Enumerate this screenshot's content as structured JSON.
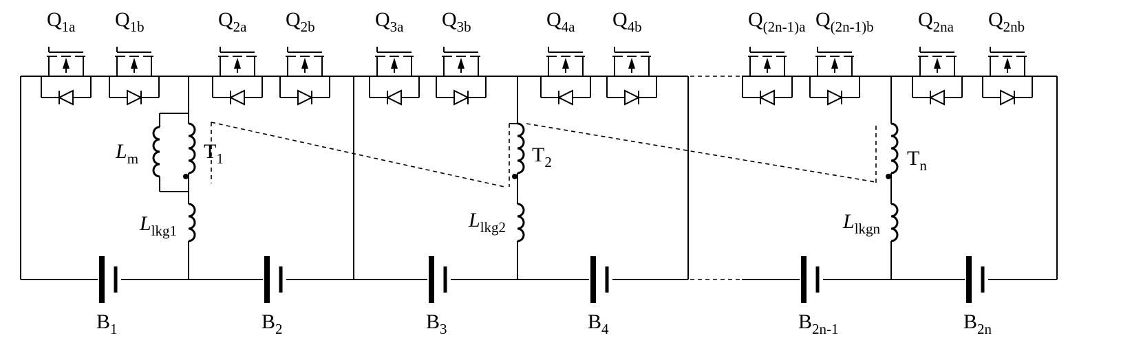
{
  "switch_pairs": [
    {
      "a_sub": "1a",
      "b_sub": "1b"
    },
    {
      "a_sub": "2a",
      "b_sub": "2b"
    },
    {
      "a_sub": "3a",
      "b_sub": "3b"
    },
    {
      "a_sub": "4a",
      "b_sub": "4b"
    },
    {
      "a_sub": "(2n-1)a",
      "b_sub": "(2n-1)b"
    },
    {
      "a_sub": "2na",
      "b_sub": "2nb"
    }
  ],
  "switch_letter": "Q",
  "batteries": [
    {
      "letter": "B",
      "sub": "1"
    },
    {
      "letter": "B",
      "sub": "2"
    },
    {
      "letter": "B",
      "sub": "3"
    },
    {
      "letter": "B",
      "sub": "4"
    },
    {
      "letter": "B",
      "sub": "2n-1"
    },
    {
      "letter": "B",
      "sub": "2n"
    }
  ],
  "transformers": [
    {
      "letter": "T",
      "sub": "1"
    },
    {
      "letter": "T",
      "sub": "2"
    },
    {
      "letter": "T",
      "sub": "n"
    }
  ],
  "leakage_inductors": [
    {
      "letter": "L",
      "sub": "lkg1"
    },
    {
      "letter": "L",
      "sub": "lkg2"
    },
    {
      "letter": "L",
      "sub": "lkgn"
    }
  ],
  "magnetizing_inductor": {
    "letter": "L",
    "sub": "m"
  }
}
